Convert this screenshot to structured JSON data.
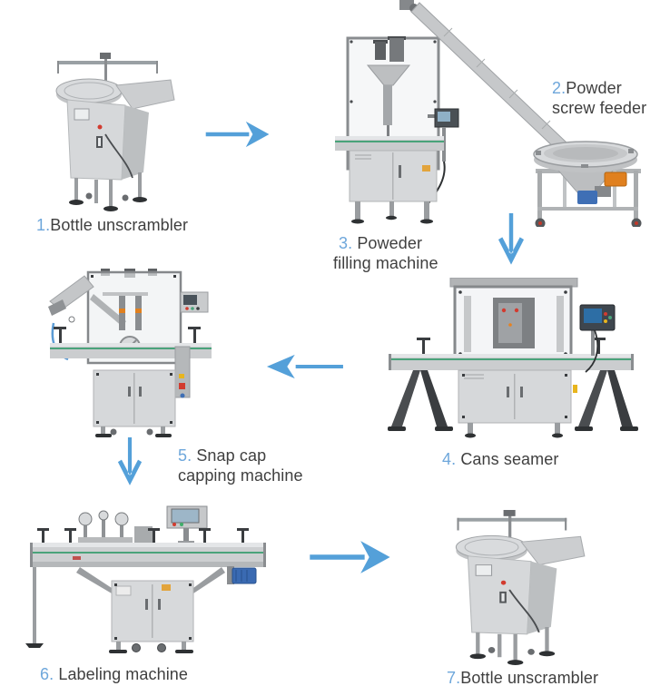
{
  "colors": {
    "arrow": "#54a0d9",
    "step_number": "#6ea7db",
    "label_text": "#3f3f3f",
    "background": "#ffffff"
  },
  "steps": [
    {
      "number": "1.",
      "lines": [
        "Bottle unscrambler"
      ]
    },
    {
      "number": "2.",
      "lines": [
        "Powder",
        "screw feeder"
      ]
    },
    {
      "number": "3. ",
      "lines": [
        "Poweder",
        "filling machine"
      ]
    },
    {
      "number": "4. ",
      "lines": [
        "Cans seamer"
      ]
    },
    {
      "number": "5. ",
      "lines": [
        "Snap cap",
        "capping machine"
      ]
    },
    {
      "number": "6. ",
      "lines": [
        "Labeling machine"
      ]
    },
    {
      "number": "7.",
      "lines": [
        "Bottle unscrambler"
      ]
    }
  ],
  "machines": [
    {
      "name": "bottle unscrambler"
    },
    {
      "name": "powder screw feeder"
    },
    {
      "name": "powder filling machine"
    },
    {
      "name": "cans seamer"
    },
    {
      "name": "snap cap capping machine"
    },
    {
      "name": "labeling machine"
    },
    {
      "name": "bottle unscrambler"
    }
  ]
}
